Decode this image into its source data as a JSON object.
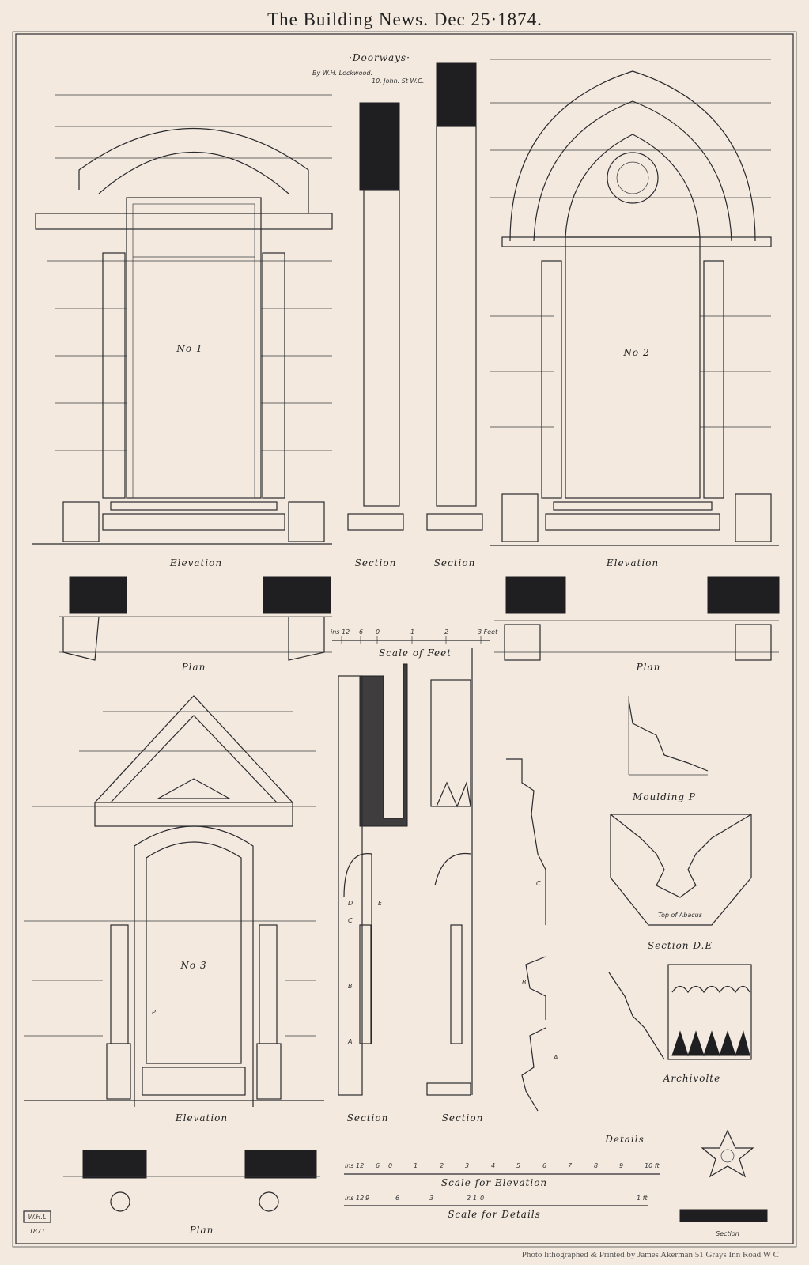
{
  "header": {
    "title": "The Building News. Dec 25·1874."
  },
  "plate": {
    "title": "·Doorways·",
    "author": "By W.H. Lockwood.",
    "address": "10. John. St W.C.",
    "doorways": [
      {
        "number": "No 1",
        "elevation_label": "Elevation",
        "plan_label": "Plan",
        "section_label": "Section"
      },
      {
        "number": "No 2",
        "elevation_label": "Elevation",
        "plan_label": "Plan",
        "section_label": "Section"
      },
      {
        "number": "No 3",
        "elevation_label": "Elevation",
        "plan_label": "Plan",
        "section_labels": [
          "Section",
          "Section"
        ]
      }
    ],
    "scale_of_feet": {
      "label": "Scale of Feet",
      "ticks": [
        "ins 12",
        "6",
        "0",
        "1",
        "2",
        "3 Feet"
      ]
    },
    "details": {
      "label": "Details",
      "moulding": "Moulding P",
      "top_of_abacus": "Top of Abacus",
      "section_de": "Section D.E",
      "archivolte": "Archivolte",
      "letters": [
        "C",
        "B",
        "A",
        "D",
        "E",
        "P"
      ],
      "rosette_section": "Section"
    },
    "scale_for_elevation": {
      "label": "Scale for Elevation",
      "ticks": [
        "ins 12",
        "6",
        "0",
        "1",
        "2",
        "3",
        "4",
        "5",
        "6",
        "7",
        "8",
        "9",
        "10 ft"
      ]
    },
    "scale_for_details": {
      "label": "Scale for Details",
      "ticks": [
        "ins 12",
        "9",
        "6",
        "3",
        "2",
        "1",
        "0",
        "1 ft"
      ]
    },
    "monogram": "W.H.L",
    "year": "1871"
  },
  "footer": {
    "credit": "Photo lithographed & Printed by James Akerman 51 Grays Inn Road W C"
  }
}
